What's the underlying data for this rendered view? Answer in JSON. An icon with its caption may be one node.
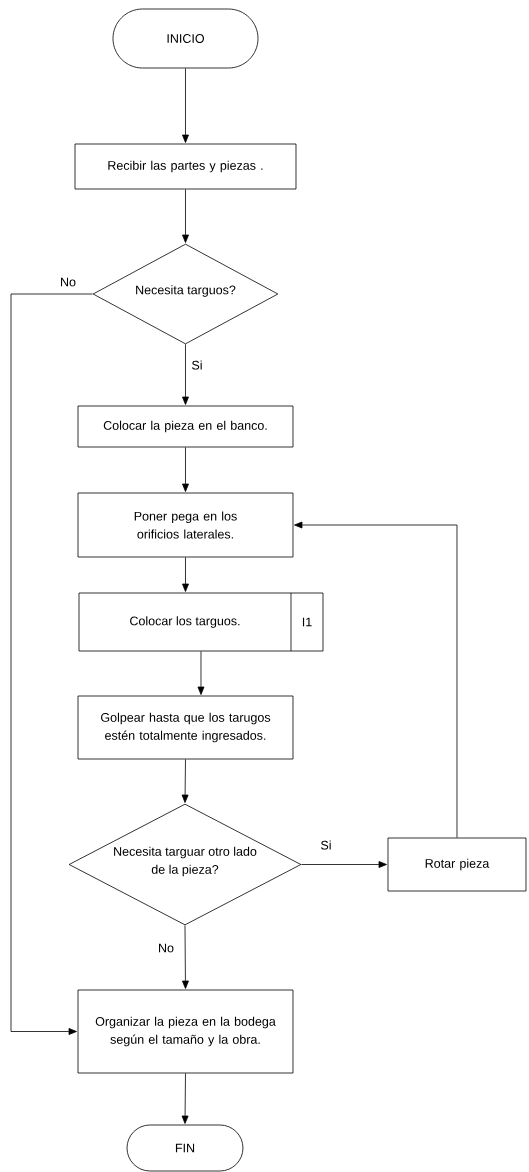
{
  "diagram": {
    "nodes": [
      {
        "text": [
          "INICIO"
        ]
      },
      {
        "text": [
          "Recibir las partes y piezas ."
        ]
      },
      {
        "text": [
          "Necesita targuos?"
        ]
      },
      {
        "text": [
          "Colocar la pieza en el banco."
        ]
      },
      {
        "text": [
          "Poner pega en los orificios laterales."
        ]
      },
      {
        "text": [
          "Colocar los targuos.",
          "I1"
        ]
      },
      {
        "text": [
          "Golpear hasta que los tarugos estén totalmente ingresados."
        ]
      },
      {
        "text": [
          "Necesita targuar otro lado de la pieza?"
        ]
      },
      {
        "text": [
          "Rotar pieza"
        ]
      },
      {
        "text": [
          "Organizar la pieza en la bodega según el tamaño y la obra."
        ]
      },
      {
        "text": [
          "FIN"
        ]
      }
    ],
    "edges": [
      {
        "from": 0,
        "to": 1,
        "arrow": "to"
      },
      {
        "from": 1,
        "to": 2,
        "arrow": "to"
      },
      {
        "from": 2,
        "to": 9,
        "arrow": "to",
        "label": "No"
      },
      {
        "from": 2,
        "to": 3,
        "arrow": "to",
        "label": "Si"
      },
      {
        "from": 3,
        "to": 4,
        "arrow": "to"
      },
      {
        "from": 4,
        "to": 5,
        "arrow": "to"
      },
      {
        "from": 5,
        "to": 6,
        "arrow": "to"
      },
      {
        "from": 6,
        "to": 7,
        "arrow": "to"
      },
      {
        "from": 7,
        "to": 8,
        "arrow": "to",
        "label": "Si"
      },
      {
        "from": 8,
        "to": 4,
        "arrow": "to"
      },
      {
        "from": 7,
        "to": 9,
        "arrow": "to",
        "label": "No"
      },
      {
        "from": 9,
        "to": 10,
        "arrow": "to"
      }
    ]
  }
}
